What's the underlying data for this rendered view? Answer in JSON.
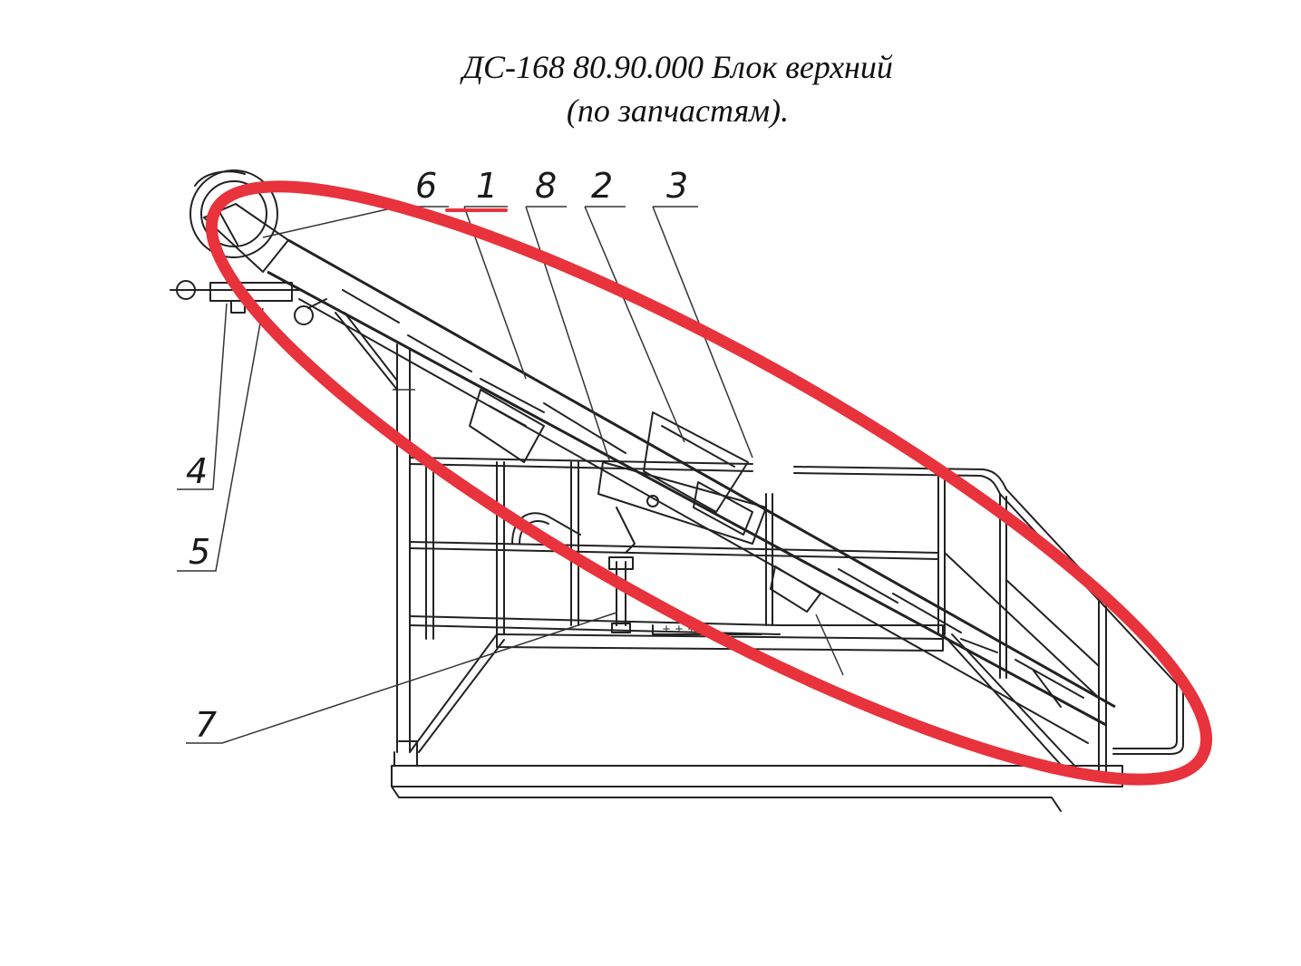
{
  "title": {
    "line1": "ДС-168 80.90.000 Блок верхний",
    "line2": "(по запчастям)."
  },
  "callouts": {
    "c6": "6",
    "c1": "1",
    "c8": "8",
    "c2": "2",
    "c3": "3",
    "c4": "4",
    "c5": "5",
    "c7": "7"
  },
  "highlight": {
    "color": "#e8323c",
    "target_callout": "1"
  }
}
